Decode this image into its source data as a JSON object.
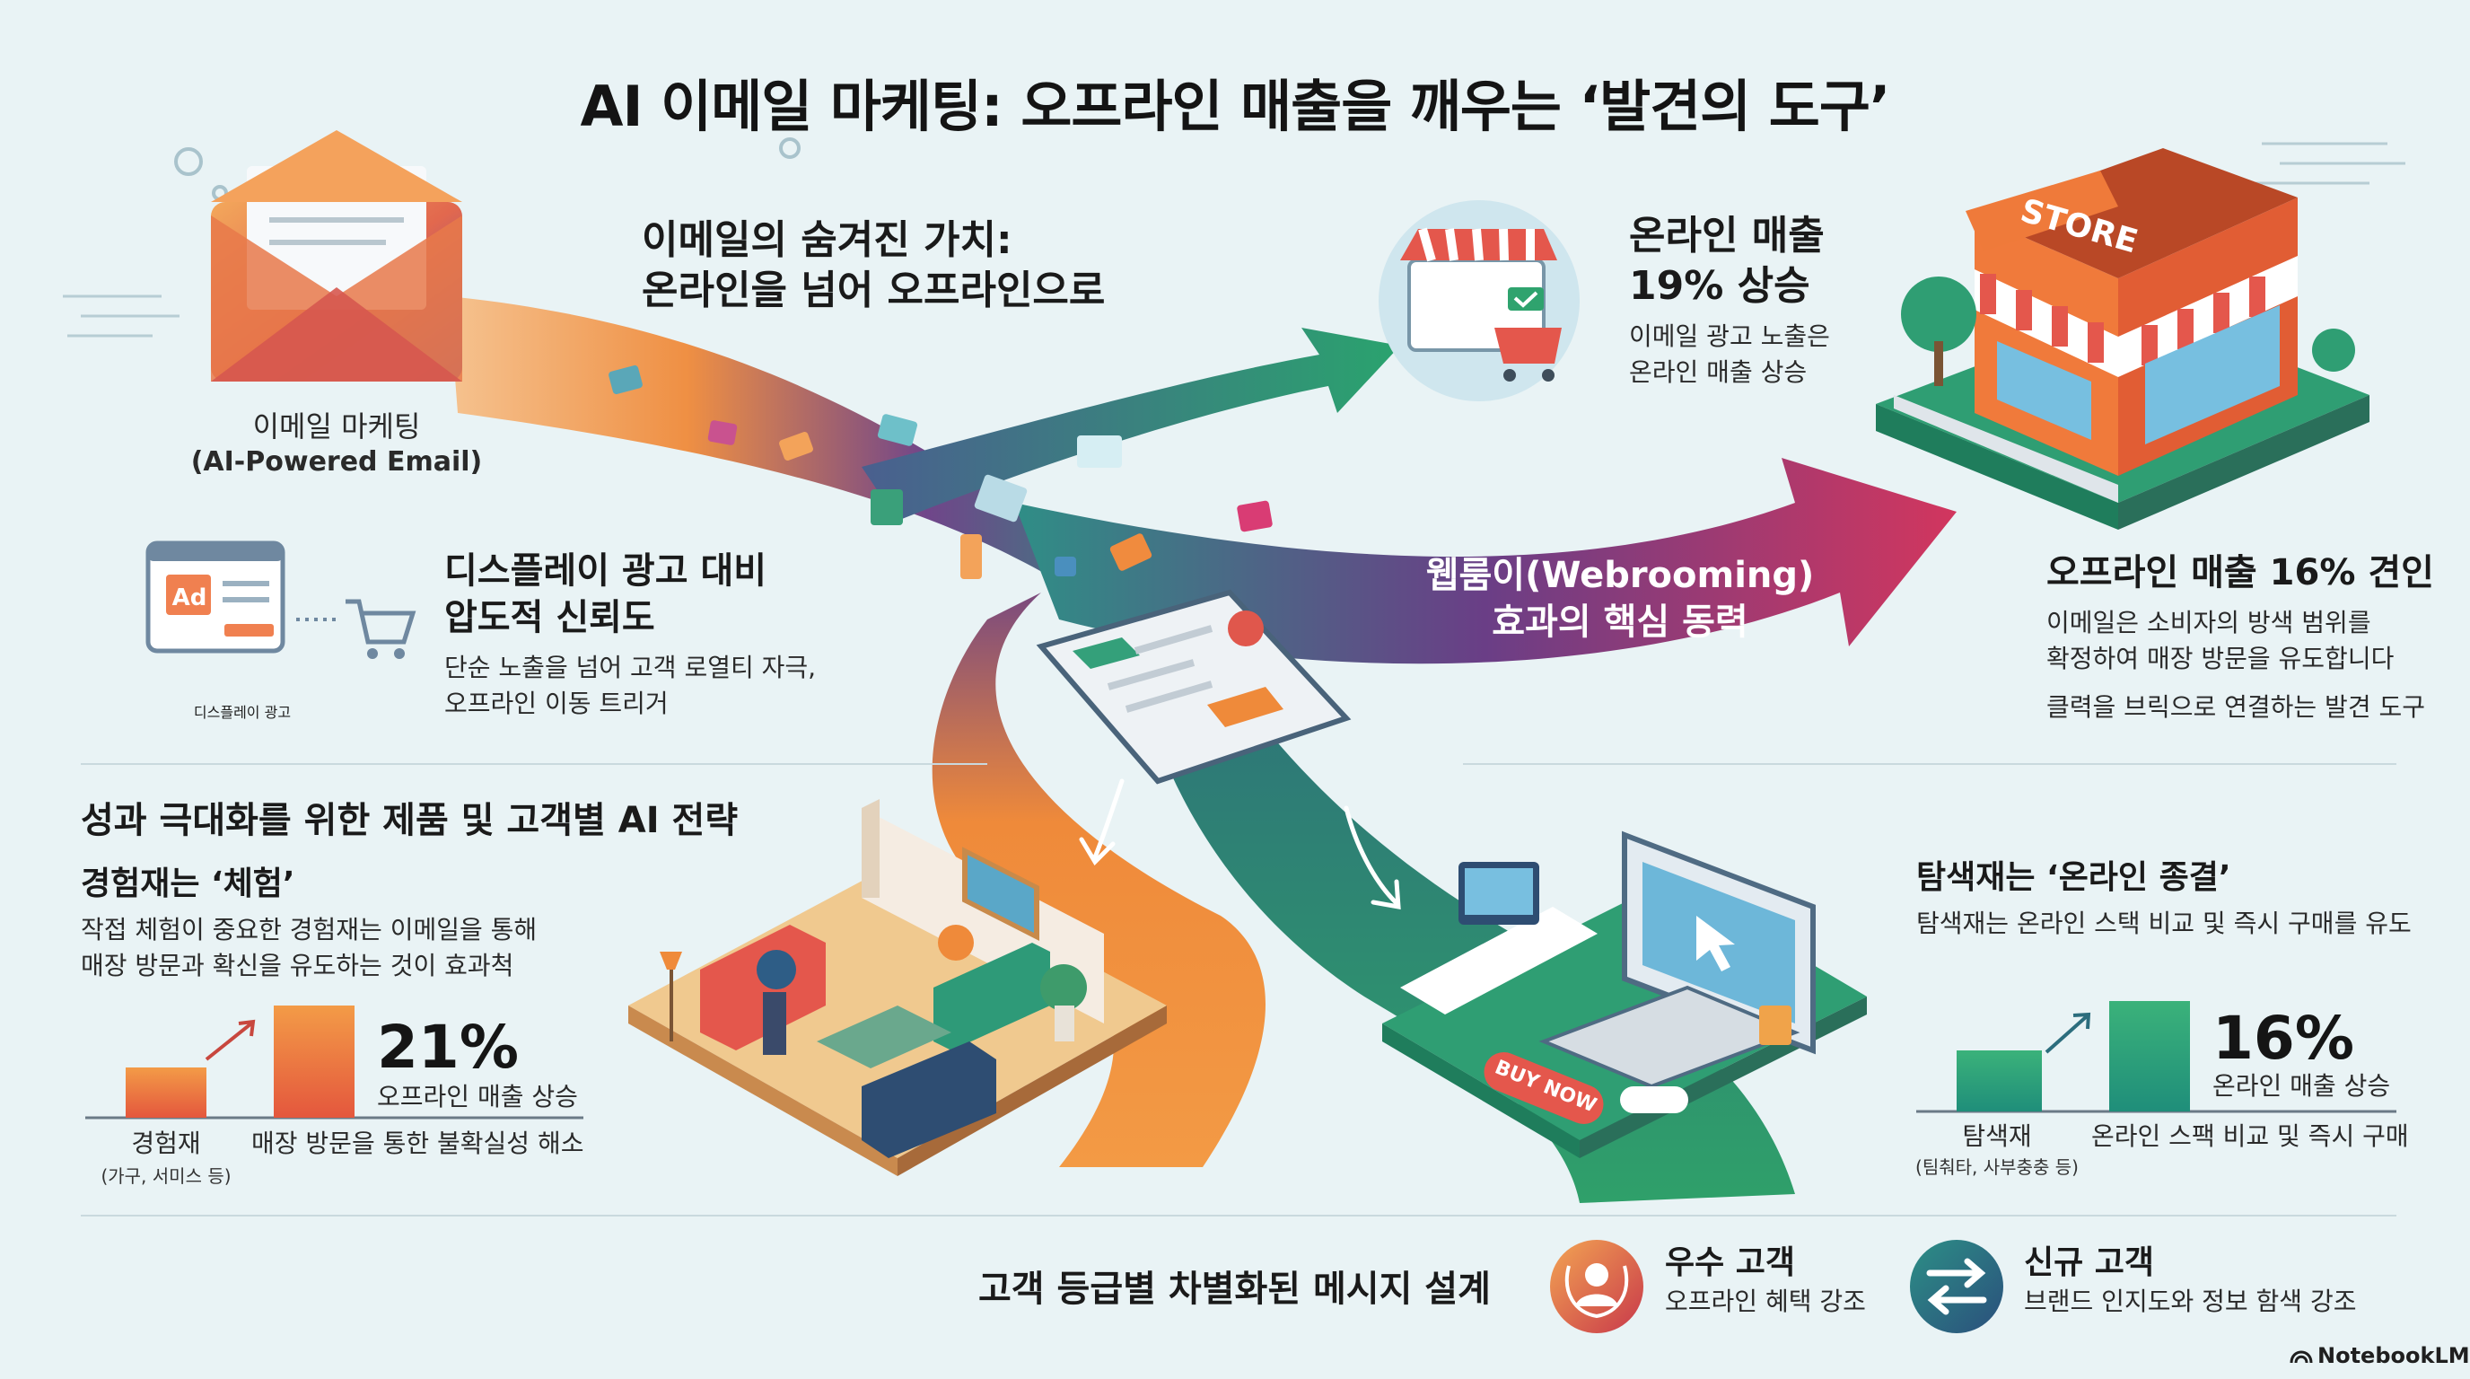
{
  "title": "AI 이메일 마케팅: 오프라인 매출을 깨우는 ‘발견의 도구’",
  "email_block": {
    "label_line1": "이메일 마케팅",
    "label_line2": "(AI-Powered Email)"
  },
  "hidden_value": {
    "line1": "이메일의 숨겨진 가치:",
    "line2": "온라인을 넘어 오프라인으로"
  },
  "online_sales": {
    "title_line1": "온라인 매출",
    "title_line2": "19% 상승",
    "desc_line1": "이메일 광고 노출은",
    "desc_line2": "온라인 매출 상승"
  },
  "store_sign": "STORE",
  "display_ad": {
    "icon_text": "Ad",
    "label": "디스플레이 광고",
    "title_line1": "디스플레이 광고 대비",
    "title_line2": "압도적 신뢰도",
    "desc_line1": "단순 노출을 넘어 고객 로열티 자극,",
    "desc_line2": "오프라인 이동 트리거"
  },
  "webrooming": {
    "line1": "웹룸이(Webrooming)",
    "line2": "효과의 핵심 동력"
  },
  "offline_sales": {
    "title": "오프라인 매출 16% 견인",
    "desc_line1": "이메일은 소비자의 방색 범위를",
    "desc_line2": "확정하여 매장 방문을 유도합니다",
    "desc_line3": "클력을 브릭으로 연결하는 발견 도구"
  },
  "strategy_title": "성과 극대화를 위한 제품 및 고객별 AI 전략",
  "experience": {
    "title": "경험재는 ‘체험’",
    "desc_line1": "작접 체험이 중요한 경험재는 이메일을 통해",
    "desc_line2": "매장 방문과 확신을 유도하는 것이 효과척",
    "stat": "21%",
    "stat_label": "오프라인 매출 상승",
    "bar1_label": "경험재",
    "bar1_sub": "(가구, 서미스 등)",
    "bar2_label": "매장 방문을 통한 불확실성 해소",
    "bar_values": [
      0.45,
      1.0
    ]
  },
  "search_goods": {
    "title": "탐색재는 ‘온라인 종결’",
    "desc": "탐색재는 온라인 스택 비교 및 즉시 구매를 유도",
    "stat": "16%",
    "stat_label": "온라인 매출 상승",
    "bar1_label": "탐색재",
    "bar1_sub": "(팀춰타, 사부충충 등)",
    "bar2_label": "온라인 스팩 비교 및 즉시 구매",
    "bar_values": [
      0.55,
      1.0
    ]
  },
  "buy_now": "BUY NOW",
  "customer_grades": {
    "title": "고객 등급별 차별화된 메시지 설계",
    "vip_title": "우수 고객",
    "vip_desc": "오프라인 혜택 강조",
    "new_title": "신규 고객",
    "new_desc": "브랜드 인지도와 정보 함색 강조"
  },
  "brand": "NotebookLM",
  "colors": {
    "orange": "#f0883a",
    "purple": "#6b3f86",
    "green": "#2f9e6b",
    "magenta": "#c2345f",
    "teal": "#2f8d7e",
    "navy": "#2e4d72",
    "background": "#e9f3f5"
  }
}
